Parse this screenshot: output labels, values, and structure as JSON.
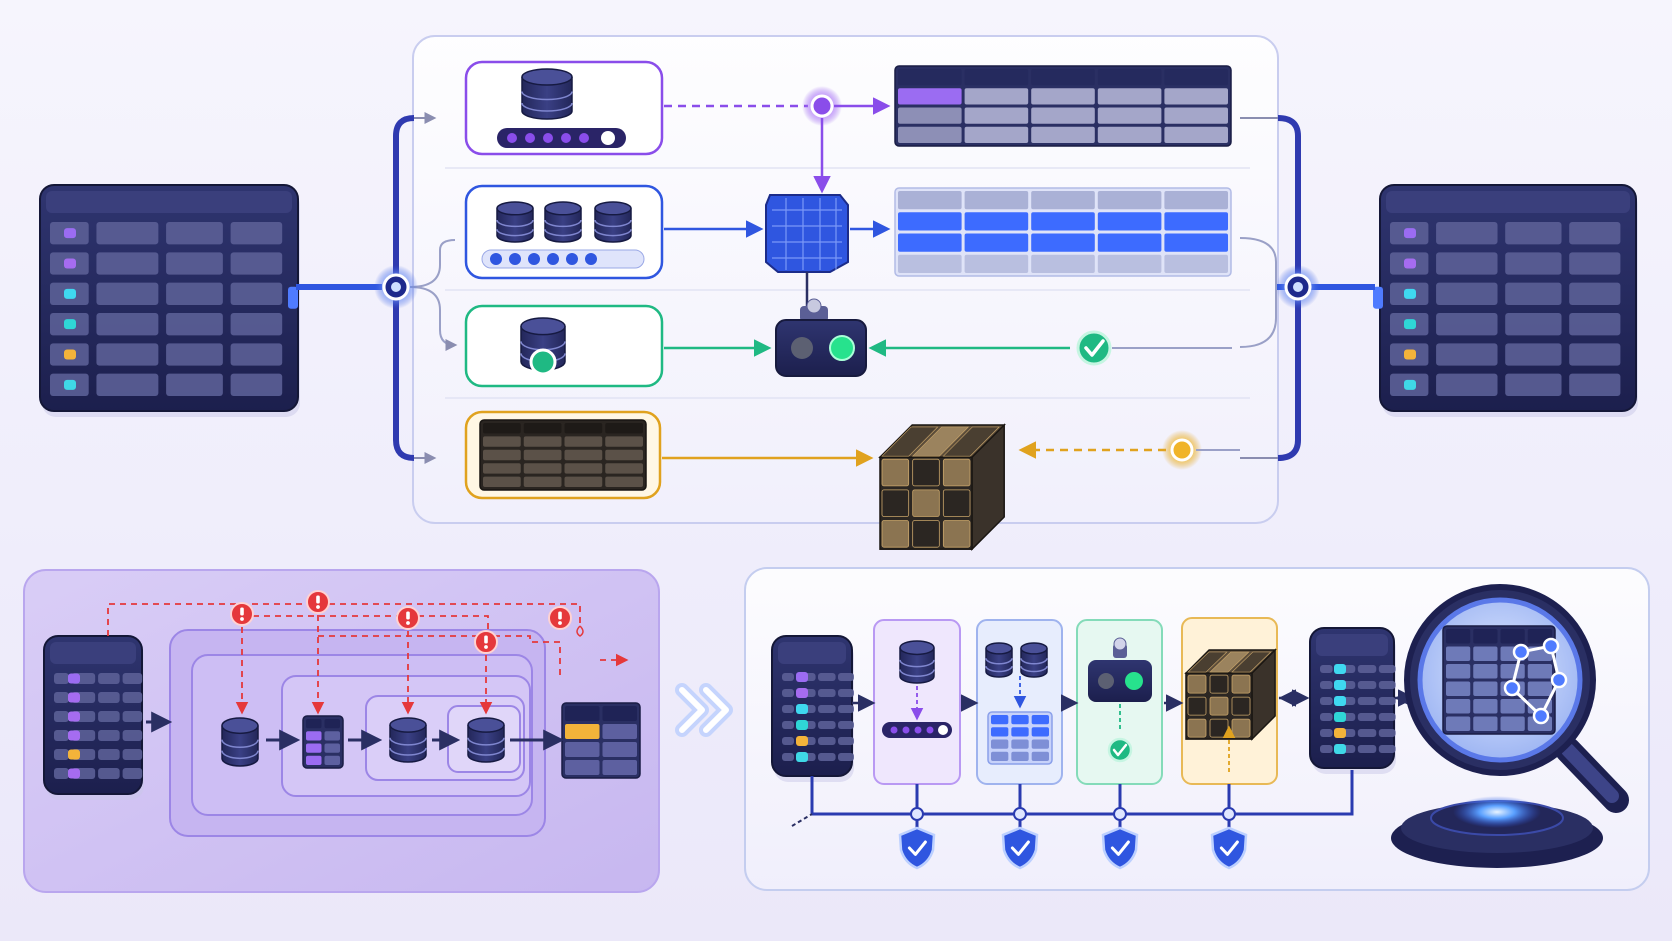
{
  "colors": {
    "navy": "#2a2f63",
    "navy_dark": "#1d2050",
    "row_fill": "#5b5f96",
    "blue": "#2f56e0",
    "purple": "#8a4dea",
    "green": "#1fb983",
    "amber": "#e0a21e",
    "red": "#e5383b",
    "cube_dark": "#2b2622",
    "cube_tan": "#8b7451"
  },
  "icons": [
    "database-icon",
    "table-icon",
    "hub-node-icon",
    "check-badge-icon",
    "warning-icon",
    "shield-check-icon",
    "toggle-switch-icon",
    "cube-icon",
    "magnifier-icon",
    "chevron-right-icon"
  ],
  "source_table": {
    "row_dots": [
      "#9b6cf2",
      "#a56cf0",
      "#3fd8f0",
      "#2fd6d6",
      "#f3b33a",
      "#3fd8e6"
    ]
  },
  "target_table": {
    "row_dots": [
      "#9b6cf2",
      "#a56cf0",
      "#3fd8f0",
      "#2fd6d6",
      "#f3b33a",
      "#3fd8e6"
    ]
  },
  "lanes": [
    {
      "id": "purple",
      "accent": "#8a4dea",
      "kind": "single-db-slider"
    },
    {
      "id": "blue",
      "accent": "#2f56e0",
      "kind": "multi-db-slider"
    },
    {
      "id": "green",
      "accent": "#1fb983",
      "kind": "db-status"
    },
    {
      "id": "amber",
      "accent": "#e0a21e",
      "kind": "table-to-cube"
    }
  ],
  "legacy_panel": {
    "warning_count": 5
  },
  "pipeline_panel": {
    "stage_count": 5,
    "shield_count": 4
  }
}
